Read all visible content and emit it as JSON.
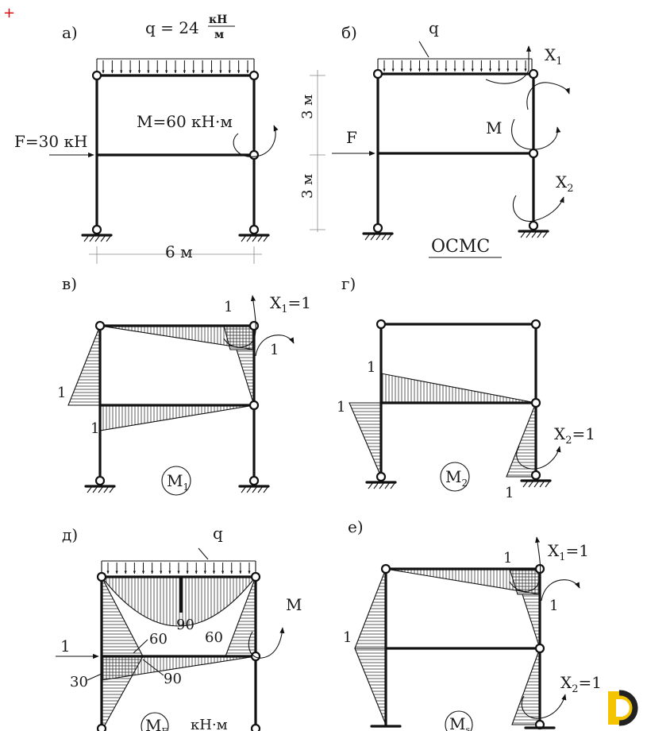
{
  "corner_mark": "+",
  "panels": {
    "a": {
      "letter": "а)",
      "q_label": "q = 24",
      "q_unit_num": "кН",
      "q_unit_den": "м",
      "moment_label": "М=60 кН·м",
      "force_label": "F=30 кН",
      "dim_top": "3 м",
      "dim_bottom": "3 м",
      "dim_span": "6 м"
    },
    "b": {
      "letter": "б)",
      "q_label": "q",
      "x1_label": "X",
      "x1_sub": "1",
      "x2_label": "X",
      "x2_sub": "2",
      "m_label": "М",
      "f_label": "F",
      "caption": "ОСМС"
    },
    "v": {
      "letter": "в)",
      "x1_label": "X",
      "x1_sub": "1",
      "x1_eq": "=1",
      "val_top_one": "1",
      "val_right_one": "1",
      "val_left": "1",
      "val_mid": "1",
      "circle_label": "М",
      "circle_sub": "1"
    },
    "g": {
      "letter": "г)",
      "val_upper": "1",
      "val_left": "1",
      "x2_label": "X",
      "x2_sub": "2",
      "x2_eq": "=1",
      "val_bottom": "1",
      "circle_label": "М",
      "circle_sub": "2"
    },
    "d": {
      "letter": "д)",
      "q_label": "q",
      "m_label": "M",
      "val_90_top": "90",
      "val_60_left": "60",
      "val_60_right": "60",
      "val_90_mid": "90",
      "val_30": "30",
      "val_1": "1",
      "circle_label": "М",
      "circle_sub": "F",
      "units": "кН·м"
    },
    "e": {
      "letter": "е)",
      "x1_label": "X",
      "x1_sub": "1",
      "x1_eq": "=1",
      "val_top_one": "1",
      "val_right_one": "1",
      "val_left": "1",
      "x2_label": "X",
      "x2_sub": "2",
      "x2_eq": "=1",
      "circle_label": "М",
      "circle_sub": "s"
    }
  },
  "logo_name": "logo-mark"
}
